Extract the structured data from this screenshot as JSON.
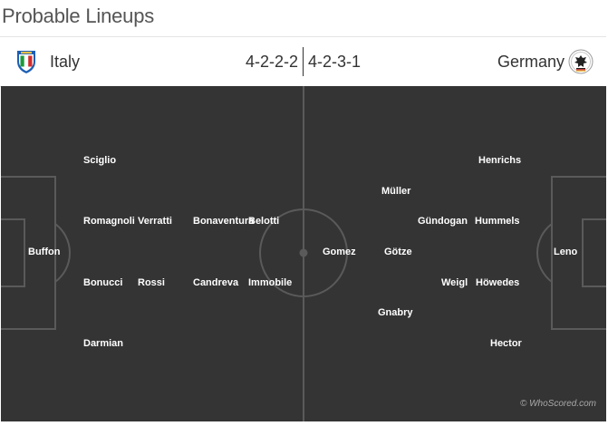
{
  "title": "Probable Lineups",
  "home": {
    "name": "Italy",
    "formation": "4-2-2-2",
    "crest_icon": "italy-crest-icon",
    "players": [
      "Sciglio",
      "Romagnoli",
      "Verratti",
      "Bonaventura",
      "Belotti",
      "Buffon",
      "Bonucci",
      "Rossi",
      "Candreva",
      "Immobile",
      "Darmian"
    ]
  },
  "away": {
    "name": "Germany",
    "formation": "4-2-3-1",
    "crest_icon": "germany-crest-icon",
    "players": [
      "Henrichs",
      "Müller",
      "Gündogan",
      "Hummels",
      "Gomez",
      "Götze",
      "Leno",
      "Weigl",
      "Höwedes",
      "Gnabry",
      "Hector"
    ]
  },
  "watermark": "© WhoScored.com",
  "colors": {
    "pitch": "#343434",
    "lines": "#5a5a5a",
    "player_text": "#ffffff"
  }
}
